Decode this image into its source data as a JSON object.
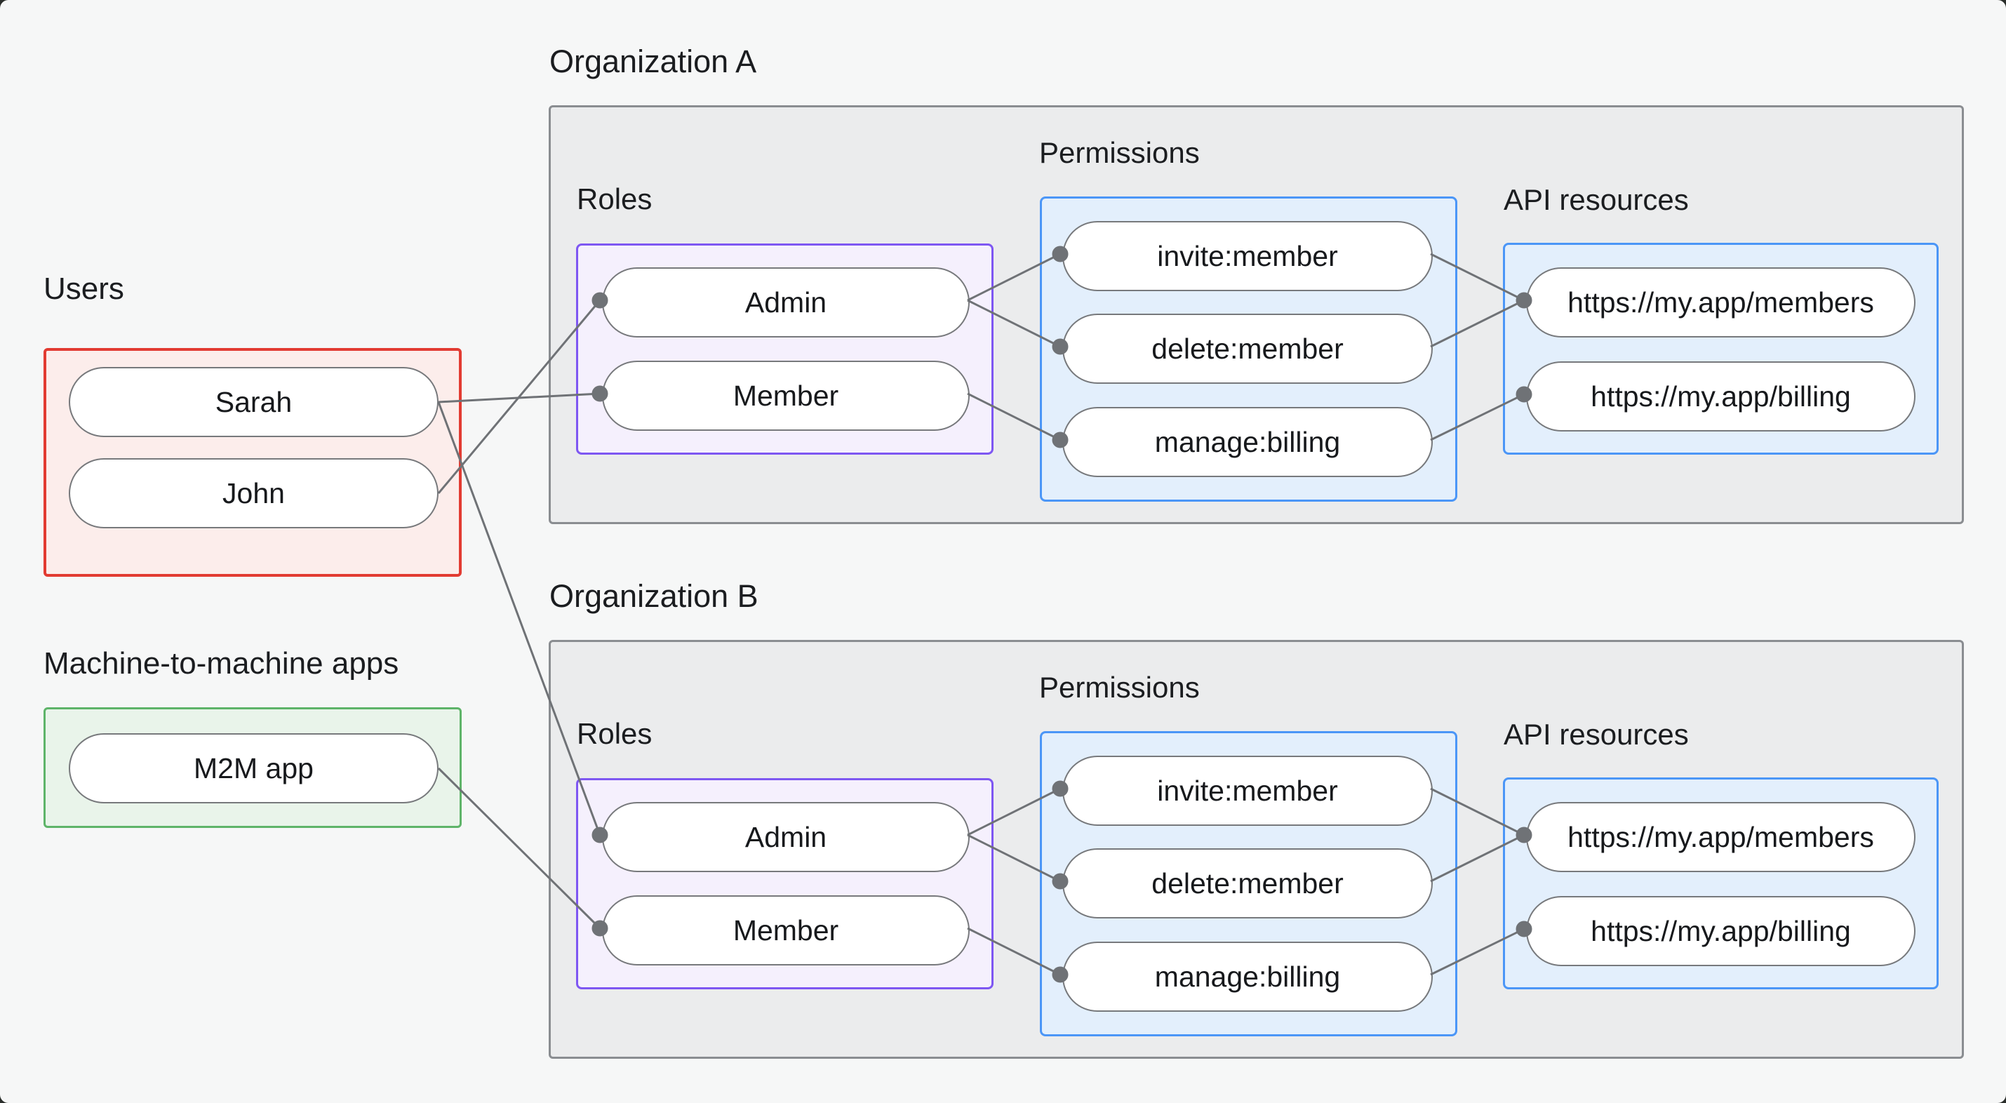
{
  "diagram": {
    "users": {
      "label": "Users",
      "items": [
        {
          "label": "Sarah"
        },
        {
          "label": "John"
        }
      ]
    },
    "m2m": {
      "label": "Machine-to-machine apps",
      "items": [
        {
          "label": "M2M app"
        }
      ]
    },
    "orgs": [
      {
        "label": "Organization A",
        "roles": {
          "label": "Roles",
          "items": [
            "Admin",
            "Member"
          ]
        },
        "permissions": {
          "label": "Permissions",
          "items": [
            "invite:member",
            "delete:member",
            "manage:billing"
          ]
        },
        "api": {
          "label": "API resources",
          "items": [
            "https://my.app/members",
            "https://my.app/billing"
          ]
        }
      },
      {
        "label": "Organization B",
        "roles": {
          "label": "Roles",
          "items": [
            "Admin",
            "Member"
          ]
        },
        "permissions": {
          "label": "Permissions",
          "items": [
            "invite:member",
            "delete:member",
            "manage:billing"
          ]
        },
        "api": {
          "label": "API resources",
          "items": [
            "https://my.app/members",
            "https://my.app/billing"
          ]
        }
      }
    ],
    "connections": [
      {
        "from": "Sarah",
        "to": "Organization A / Member"
      },
      {
        "from": "John",
        "to": "Organization A / Admin"
      },
      {
        "from": "Sarah",
        "to": "Organization B / Admin"
      },
      {
        "from": "M2M app",
        "to": "Organization B / Member"
      },
      {
        "from": "Organization A / Admin",
        "to": "Organization A / invite:member"
      },
      {
        "from": "Organization A / Admin",
        "to": "Organization A / delete:member"
      },
      {
        "from": "Organization A / Member",
        "to": "Organization A / manage:billing"
      },
      {
        "from": "Organization A / invite:member",
        "to": "Organization A / https://my.app/members"
      },
      {
        "from": "Organization A / delete:member",
        "to": "Organization A / https://my.app/members"
      },
      {
        "from": "Organization A / manage:billing",
        "to": "Organization A / https://my.app/billing"
      },
      {
        "from": "Organization B / Admin",
        "to": "Organization B / invite:member"
      },
      {
        "from": "Organization B / Admin",
        "to": "Organization B / delete:member"
      },
      {
        "from": "Organization B / Member",
        "to": "Organization B / manage:billing"
      },
      {
        "from": "Organization B / invite:member",
        "to": "Organization B / https://my.app/members"
      },
      {
        "from": "Organization B / delete:member",
        "to": "Organization B / https://my.app/members"
      },
      {
        "from": "Organization B / manage:billing",
        "to": "Organization B / https://my.app/billing"
      }
    ],
    "colors": {
      "page_bg": "#f6f7f7",
      "org_fill": "#ebeced",
      "org_border": "#8a8d91",
      "users_border": "#e23b32",
      "users_fill": "#fcedeb",
      "m2m_border": "#5eb469",
      "m2m_fill": "#e9f4ea",
      "roles_border": "#7e57f2",
      "roles_fill": "#f5f0fd",
      "permissions_border": "#4b96f7",
      "permissions_fill": "#e3effc",
      "pill_border": "#77797c",
      "connector": "#6f7276",
      "text": "#1b1d20"
    }
  }
}
